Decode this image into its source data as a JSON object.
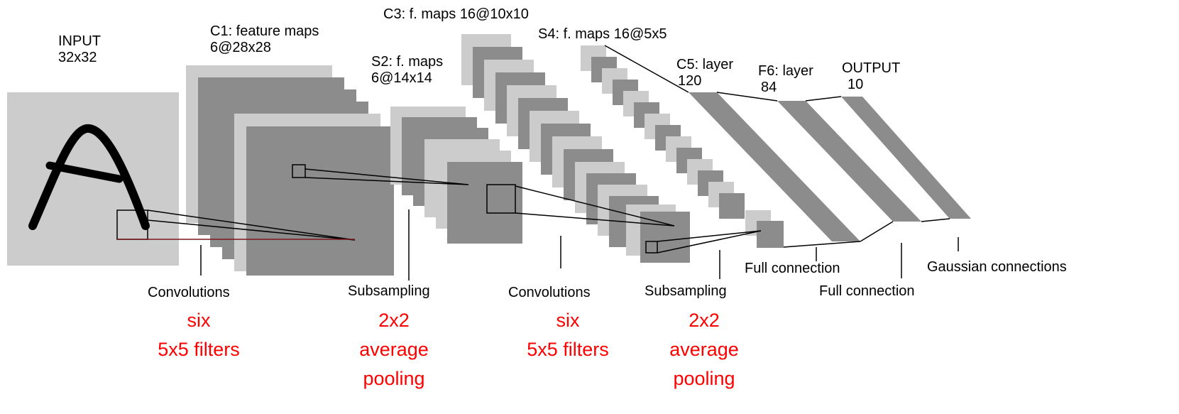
{
  "colors": {
    "light": "#cccccc",
    "dark": "#8c8c8c",
    "pen": "#000000",
    "annotation": "#ff0000",
    "trace": "#7a1a1a"
  },
  "layers": {
    "input": {
      "name": "INPUT",
      "size": "32x32"
    },
    "c1": {
      "name": "C1: feature maps",
      "size": "6@28x28"
    },
    "s2": {
      "name": "S2: f. maps",
      "size": "6@14x14"
    },
    "c3": {
      "name": "C3: f. maps 16@10x10"
    },
    "s4": {
      "name": "S4: f. maps 16@5x5"
    },
    "c5": {
      "name": "C5: layer",
      "size": "120"
    },
    "f6": {
      "name": "F6: layer",
      "size": "84"
    },
    "output": {
      "name": "OUTPUT",
      "size": "10"
    }
  },
  "operations": [
    {
      "label": "Convolutions"
    },
    {
      "label": "Subsampling"
    },
    {
      "label": "Convolutions"
    },
    {
      "label": "Subsampling"
    },
    {
      "label": "Full connection"
    },
    {
      "label": "Full connection"
    },
    {
      "label": "Gaussian connections"
    }
  ],
  "annotations": {
    "conv1": [
      "six",
      "5x5 filters"
    ],
    "pool1": [
      "2x2",
      "average",
      "pooling"
    ],
    "conv2": [
      "six",
      "5x5 filters"
    ],
    "pool2": [
      "2x2",
      "average",
      "pooling"
    ]
  }
}
